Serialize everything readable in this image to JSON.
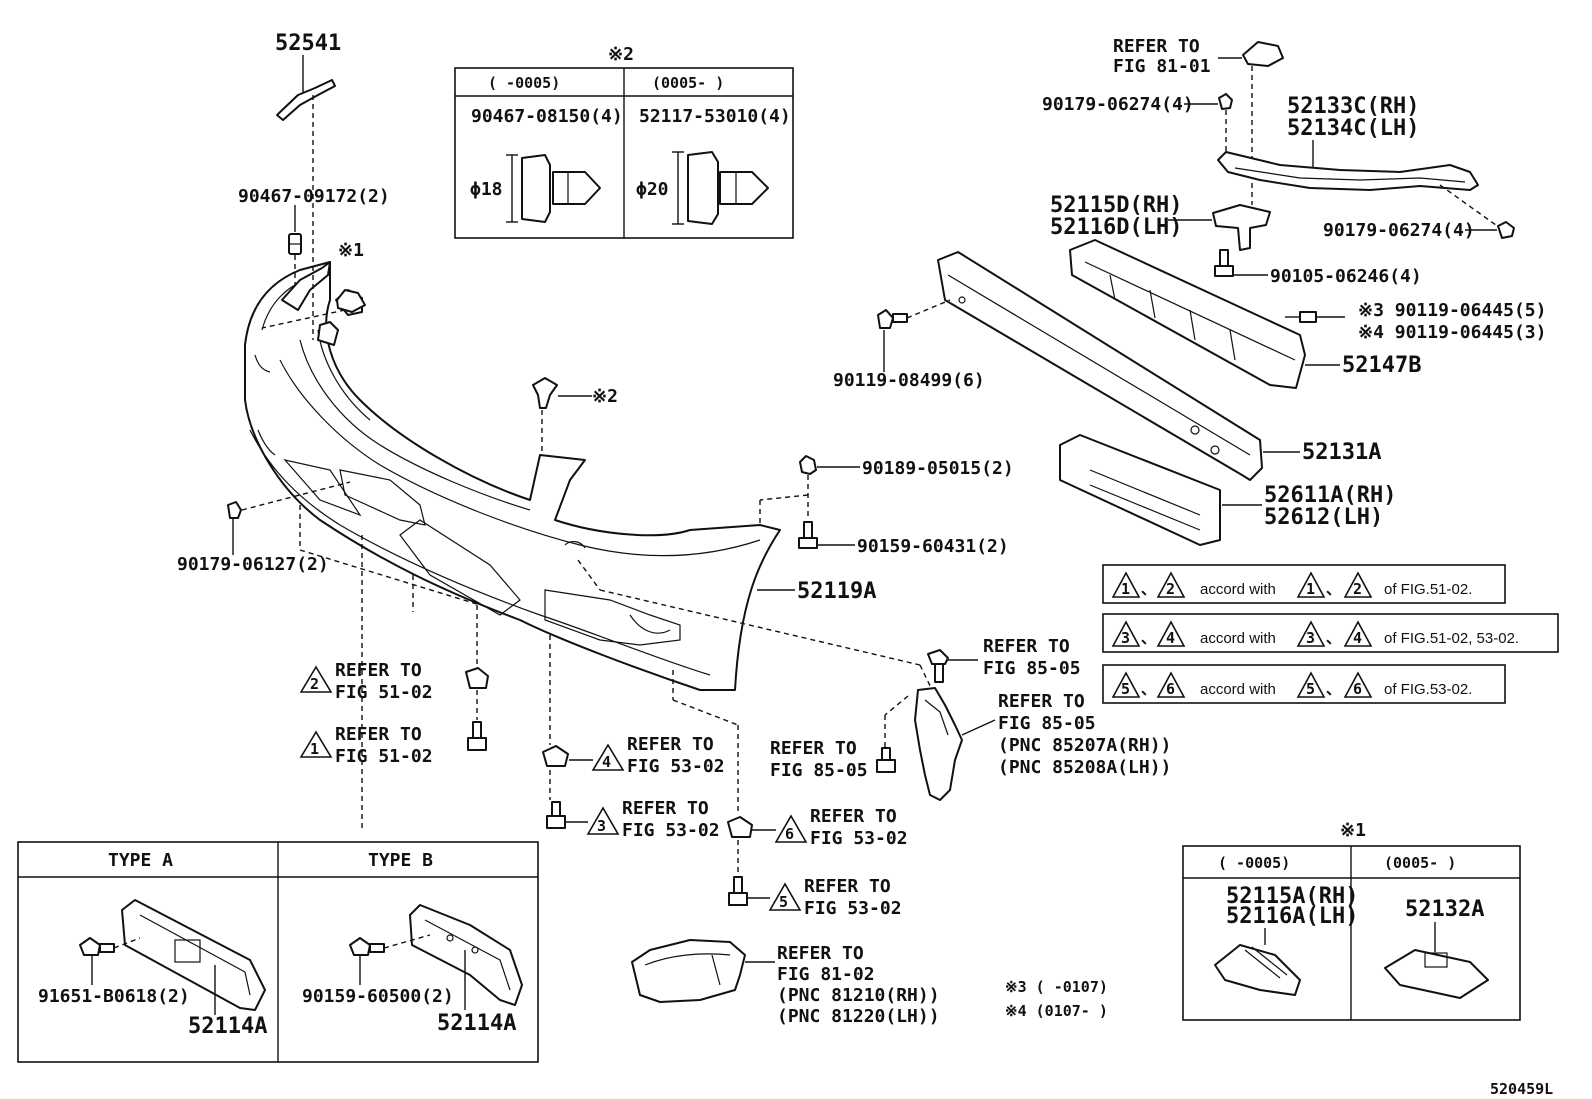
{
  "parts": {
    "p52541": "52541",
    "p90467_09172": "90467-09172(2)",
    "mark1": "※1",
    "mark2": "※2",
    "p90179_06127": "90179-06127(2)",
    "p52119A": "52119A",
    "p90189_05015": "90189-05015(2)",
    "p90159_60431": "90159-60431(2)",
    "p90119_08499": "90119-08499(6)",
    "refer_81_01_a": "REFER TO",
    "refer_81_01_b": "FIG 81-01",
    "p90179_06274_a": "90179-06274(4)",
    "p90179_06274_b": "90179-06274(4)",
    "p52133C": "52133C(RH)",
    "p52134C": "52134C(LH)",
    "p52115D": "52115D(RH)",
    "p52116D": "52116D(LH)",
    "p90105_06246": "90105-06246(4)",
    "p90119_06445_5": "※3 90119-06445(5)",
    "p90119_06445_3": "※4 90119-06445(3)",
    "p52147B": "52147B",
    "p52131A": "52131A",
    "p52611A": "52611A(RH)",
    "p52612": "52612(LH)",
    "footer_code": "520459L",
    "note3": "※3 (      -0107)",
    "note4": "※4 (0107-      )"
  },
  "clip_table": {
    "title": "※2",
    "col1_head": "(      -0005)",
    "col2_head": "(0005-      )",
    "col1_part": "90467-08150(4)",
    "col2_part": "52117-53010(4)",
    "col1_dia": "ϕ18",
    "col2_dia": "ϕ20"
  },
  "type_table": {
    "type_a": "TYPE  A",
    "type_b": "TYPE  B",
    "a_bolt": "91651-B0618(2)",
    "a_part": "52114A",
    "b_bolt": "90159-60500(2)",
    "b_part": "52114A"
  },
  "mark1_table": {
    "title": "※1",
    "col1_head": "(      -0005)",
    "col2_head": "(0005-      )",
    "col1_part_a": "52115A(RH)",
    "col1_part_b": "52116A(LH)",
    "col2_part": "52132A"
  },
  "legend": [
    {
      "a": "1",
      "b": "2",
      "text": "accord with",
      "c": "1",
      "d": "2",
      "ref": "of FIG.51-02."
    },
    {
      "a": "3",
      "b": "4",
      "text": "accord with",
      "c": "3",
      "d": "4",
      "ref": "of FIG.51-02, 53-02."
    },
    {
      "a": "5",
      "b": "6",
      "text": "accord with",
      "c": "5",
      "d": "6",
      "ref": "of FIG.53-02."
    }
  ],
  "refers": [
    {
      "tri": "2",
      "l1": "REFER TO",
      "l2": "FIG 51-02"
    },
    {
      "tri": "1",
      "l1": "REFER TO",
      "l2": "FIG 51-02"
    },
    {
      "tri": "4",
      "l1": "REFER TO",
      "l2": "FIG 53-02"
    },
    {
      "tri": "3",
      "l1": "REFER TO",
      "l2": "FIG 53-02"
    },
    {
      "tri": "6",
      "l1": "REFER TO",
      "l2": "FIG 53-02"
    },
    {
      "tri": "5",
      "l1": "REFER TO",
      "l2": "FIG 53-02"
    }
  ],
  "refer_85_05_top": {
    "l1": "REFER TO",
    "l2": "FIG 85-05"
  },
  "refer_85_05_pnc": {
    "l1": "REFER TO",
    "l2": "FIG 85-05",
    "l3": "(PNC 85207A(RH))",
    "l4": "(PNC 85208A(LH))"
  },
  "refer_85_05_left": {
    "l1": "REFER TO",
    "l2": "FIG 85-05"
  },
  "refer_81_02": {
    "l1": "REFER TO",
    "l2": "FIG 81-02",
    "l3": "(PNC 81210(RH))",
    "l4": "(PNC 81220(LH))"
  }
}
